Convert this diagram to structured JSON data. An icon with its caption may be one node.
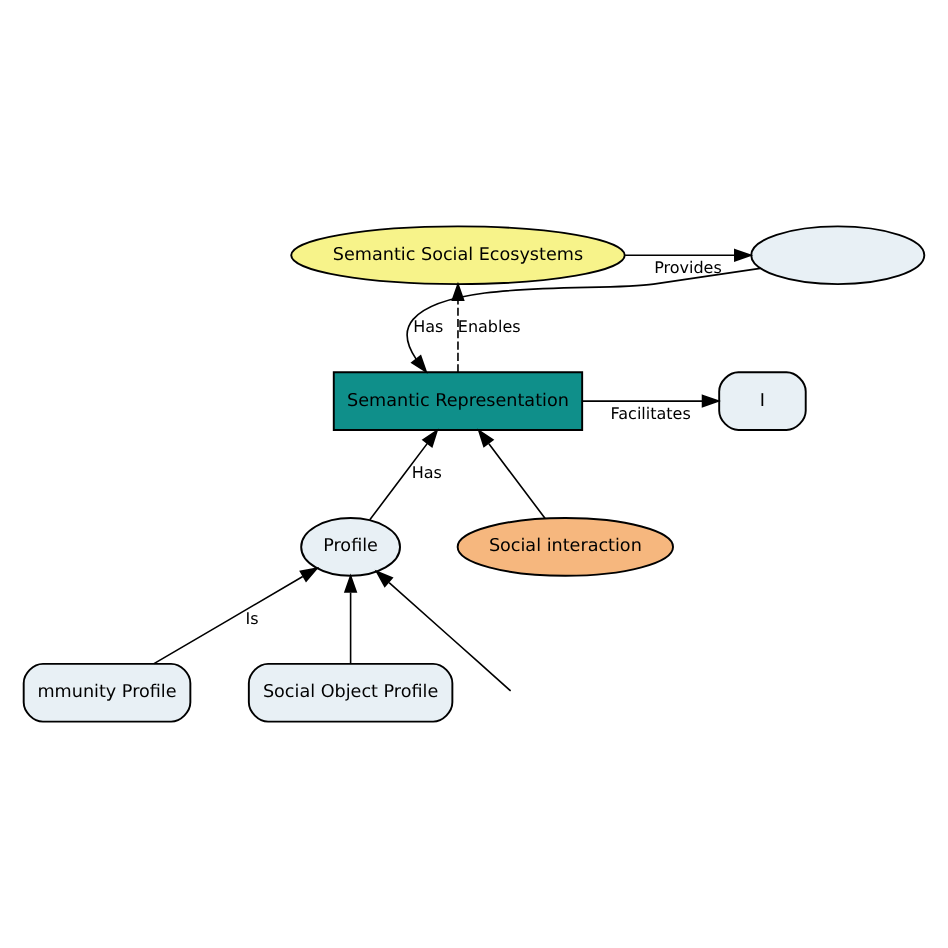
{
  "diagram": {
    "nodes": [
      {
        "text": [
          "Semantic Social Ecosystems"
        ]
      },
      {
        "text": [],
        "shape": "ellipse"
      },
      {
        "text": [
          "Semantic Representation"
        ]
      },
      {
        "text": [
          "I"
        ]
      },
      {
        "text": [
          "Profile"
        ]
      },
      {
        "text": [
          "Social interaction"
        ]
      },
      {
        "text": [
          "mmunity Profile"
        ]
      },
      {
        "text": [
          "Social Object Profile"
        ]
      }
    ],
    "edges": [
      {
        "from": 0,
        "to": 1,
        "arrow": "to",
        "label": "Provides"
      },
      {
        "from": 1,
        "to": 2,
        "arrow": "to",
        "label": "Has"
      },
      {
        "from": 2,
        "to": 0,
        "arrow": "to",
        "label": "Enables",
        "style": "dashed"
      },
      {
        "from": 2,
        "to": 3,
        "arrow": "to",
        "label": "Facilitates"
      },
      {
        "from": 4,
        "to": 2,
        "arrow": "to",
        "label": "Has"
      },
      {
        "from": 5,
        "to": 2,
        "arrow": "to"
      },
      {
        "from": 6,
        "to": 4,
        "arrow": "to",
        "label": "Is"
      },
      {
        "from": 7,
        "to": 4,
        "arrow": "to"
      },
      {
        "from": null,
        "to": 4,
        "arrow": "to"
      }
    ]
  }
}
